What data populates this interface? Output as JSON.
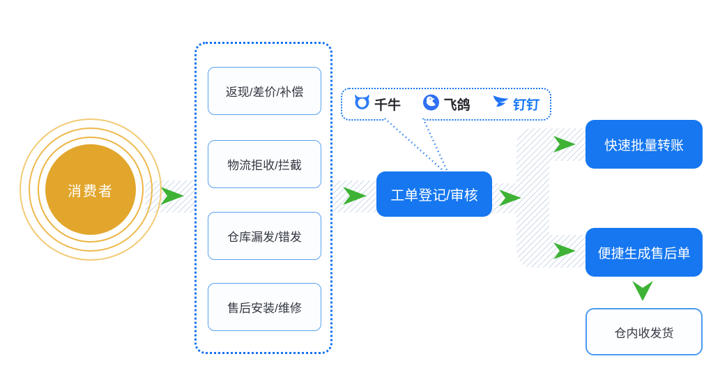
{
  "consumer": {
    "label": "消费者"
  },
  "issue_panel": {
    "items": [
      {
        "label": "返现/差价/补偿"
      },
      {
        "label": "物流拒收/拦截"
      },
      {
        "label": "仓库漏发/错发"
      },
      {
        "label": "售后安装/维修"
      }
    ]
  },
  "channels": {
    "items": [
      {
        "label": "千牛",
        "icon": "qianniu-bull-icon"
      },
      {
        "label": "飞鸽",
        "icon": "feige-dove-icon"
      },
      {
        "label": "钉钉",
        "icon": "dingtalk-wing-icon"
      }
    ]
  },
  "process_box": {
    "label": "工单登记/审核"
  },
  "outcome_boxes": [
    {
      "label": "快速批量转账"
    },
    {
      "label": "便捷生成售后单"
    }
  ],
  "warehouse_box": {
    "label": "仓内收发货"
  },
  "colors": {
    "primary_blue": "#1677f0",
    "dotted_border_blue": "#1472f0",
    "light_box_border": "#58a0f0",
    "light_box_bg": "#fbfdff",
    "hatch_stripe": "#ccd8e8",
    "arrow_green": "#3eb235",
    "consumer_gold": "#e2a62c",
    "dingtalk_text_blue": "#1677f5",
    "dark_text": "#333740"
  }
}
